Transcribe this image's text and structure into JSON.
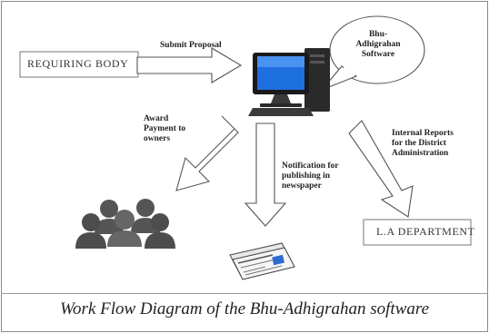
{
  "diagram": {
    "requiring_body": "REQUIRING BODY",
    "submit_label": "Submit Proposal",
    "software_bubble": [
      "Bhu-",
      "Adhigrahan",
      "Software"
    ],
    "award_label": [
      "Award",
      "Payment to",
      "owners"
    ],
    "notification_label": [
      "Notification for",
      "publishing in",
      "newspaper"
    ],
    "internal_label": [
      "Internal Reports",
      "for the District",
      "Administration"
    ],
    "la_department": "L.A DEPARTMENT"
  },
  "caption": "Work Flow Diagram of the Bhu-Adhigrahan software",
  "colors": {
    "screen": "#1e6fe0",
    "tower": "#2a2a2a",
    "people": "#555555"
  }
}
